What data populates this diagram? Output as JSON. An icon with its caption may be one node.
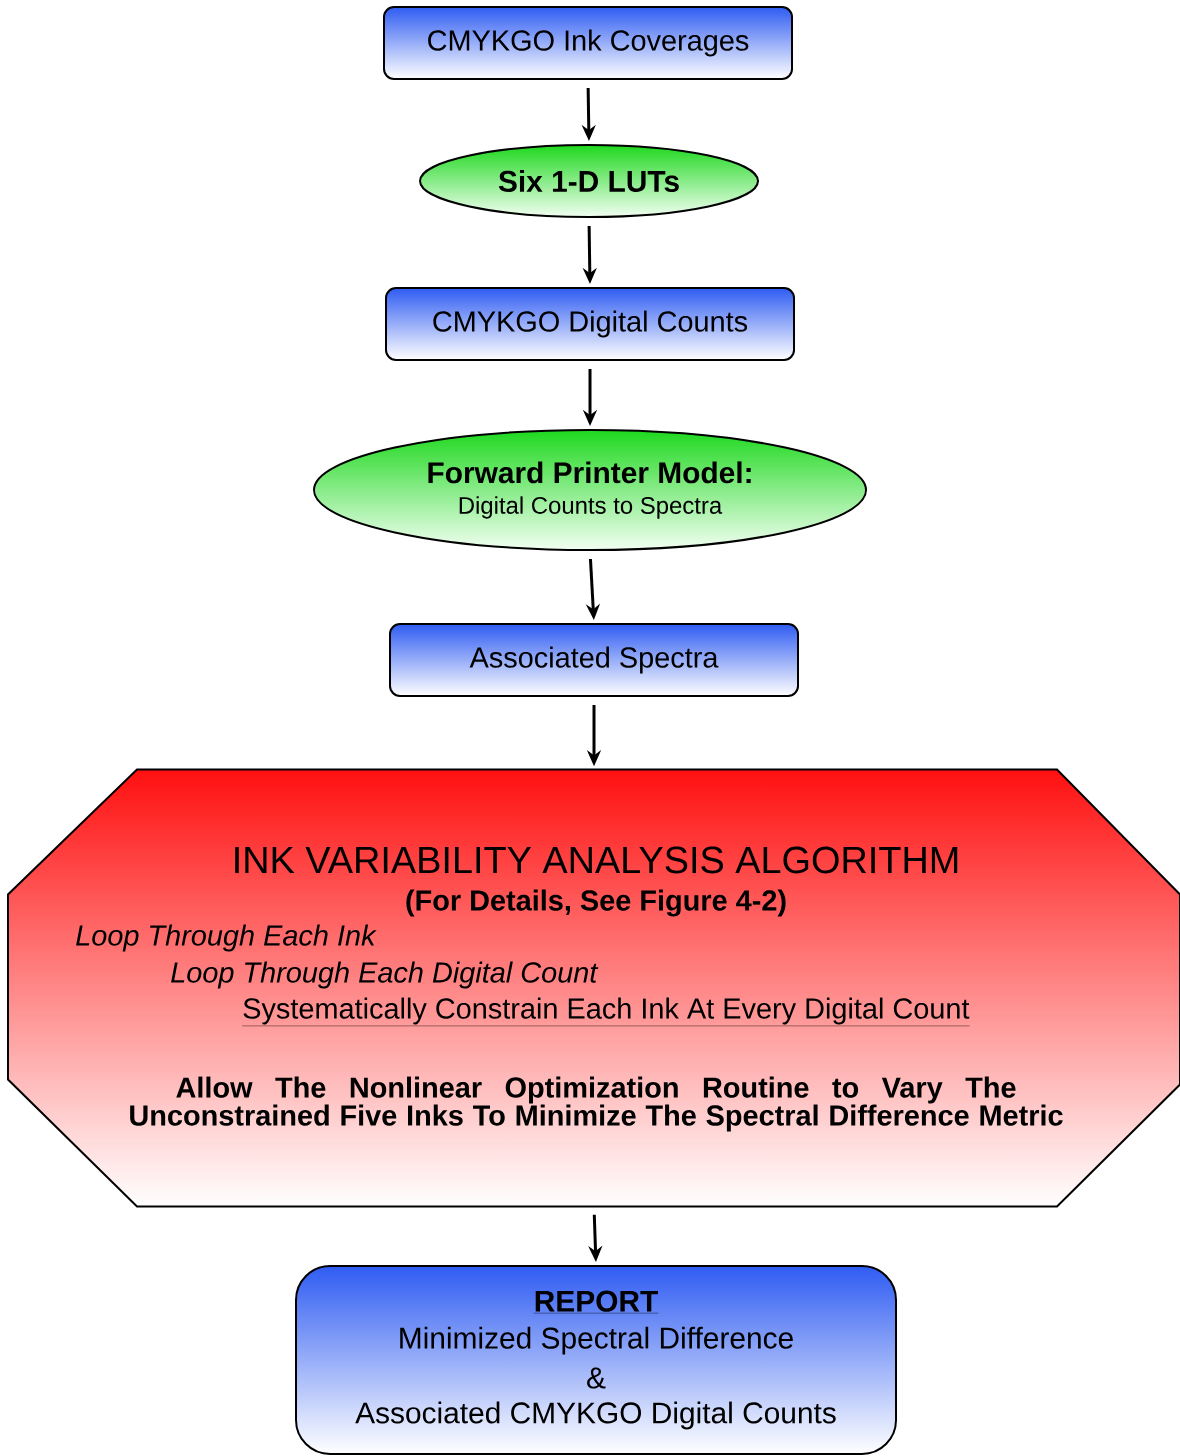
{
  "diagram": {
    "nodes": [
      {
        "text": [
          "CMYKGO Ink Coverages"
        ]
      },
      {
        "text": [
          "Six 1-D LUTs"
        ]
      },
      {
        "text": [
          "CMYKGO Digital Counts"
        ]
      },
      {
        "text": [
          "Forward Printer Model:",
          "Digital Counts to Spectra"
        ]
      },
      {
        "text": [
          "Associated Spectra"
        ]
      },
      {
        "text": [
          "INK VARIABILITY ANALYSIS ALGORITHM",
          "(For Details, See Figure 4-2)",
          "Loop Through Each Ink",
          "Loop Through Each Digital Count",
          "Systematically Constrain Each Ink At Every Digital Count",
          "Allow The Nonlinear Optimization Routine to Vary The Unconstrained Five Inks To Minimize The Spectral Difference Metric"
        ]
      },
      {
        "text": [
          "REPORT",
          "Minimized Spectral Difference",
          "&",
          "Associated CMYKGO Digital Counts"
        ]
      }
    ],
    "edges": [
      {
        "from": 0,
        "to": 1,
        "arrow": "to"
      },
      {
        "from": 1,
        "to": 2,
        "arrow": "to"
      },
      {
        "from": 2,
        "to": 3,
        "arrow": "to"
      },
      {
        "from": 3,
        "to": 4,
        "arrow": "to"
      },
      {
        "from": 4,
        "to": 5,
        "arrow": "to"
      },
      {
        "from": 5,
        "to": 6,
        "arrow": "to"
      }
    ]
  }
}
